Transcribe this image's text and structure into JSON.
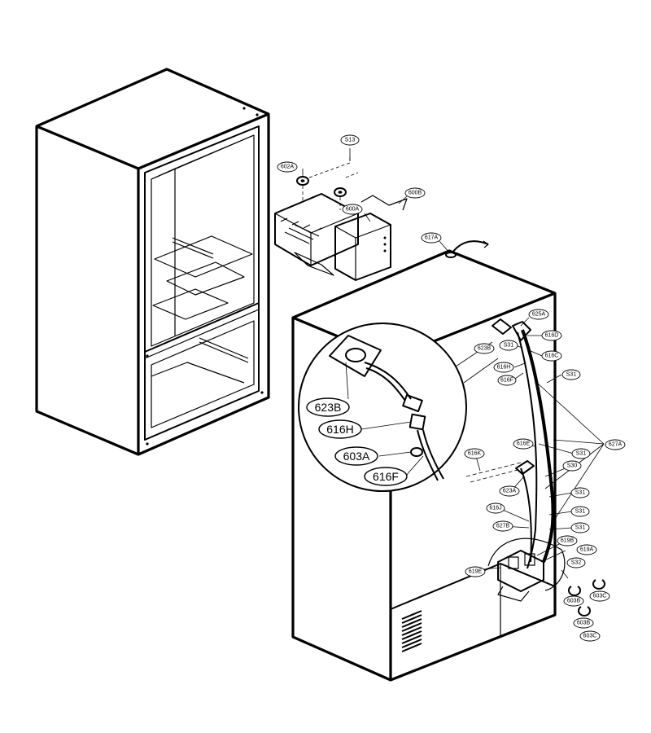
{
  "labels": {
    "s13": "S13",
    "p602a": "602A",
    "p600b": "600B",
    "p600a": "600A",
    "p617a": "617A",
    "p625a": "625A",
    "p623b_small": "623B",
    "s31_a": "S31",
    "p616d": "616D",
    "p616c": "616C",
    "p616h_small": "616H",
    "p616f_small": "616F",
    "s31_b": "S31",
    "p616e": "616E",
    "p627a": "627A",
    "s31_c": "S31",
    "p616k": "616K",
    "s30": "S30",
    "p623a": "623A",
    "s31_d": "S31",
    "p616j": "616J",
    "s31_e": "S31",
    "p627b": "627B",
    "s31_f": "S31",
    "p619b": "619B",
    "p619a": "619A",
    "s32": "S32",
    "p619e": "619E",
    "p603b_a": "603B",
    "p603c_a": "603C",
    "p603b_b": "603B",
    "p603c_b": "603C",
    "p623b_big": "623B",
    "p616h_big": "616H",
    "p603a_big": "603A",
    "p616f_big": "616F"
  }
}
